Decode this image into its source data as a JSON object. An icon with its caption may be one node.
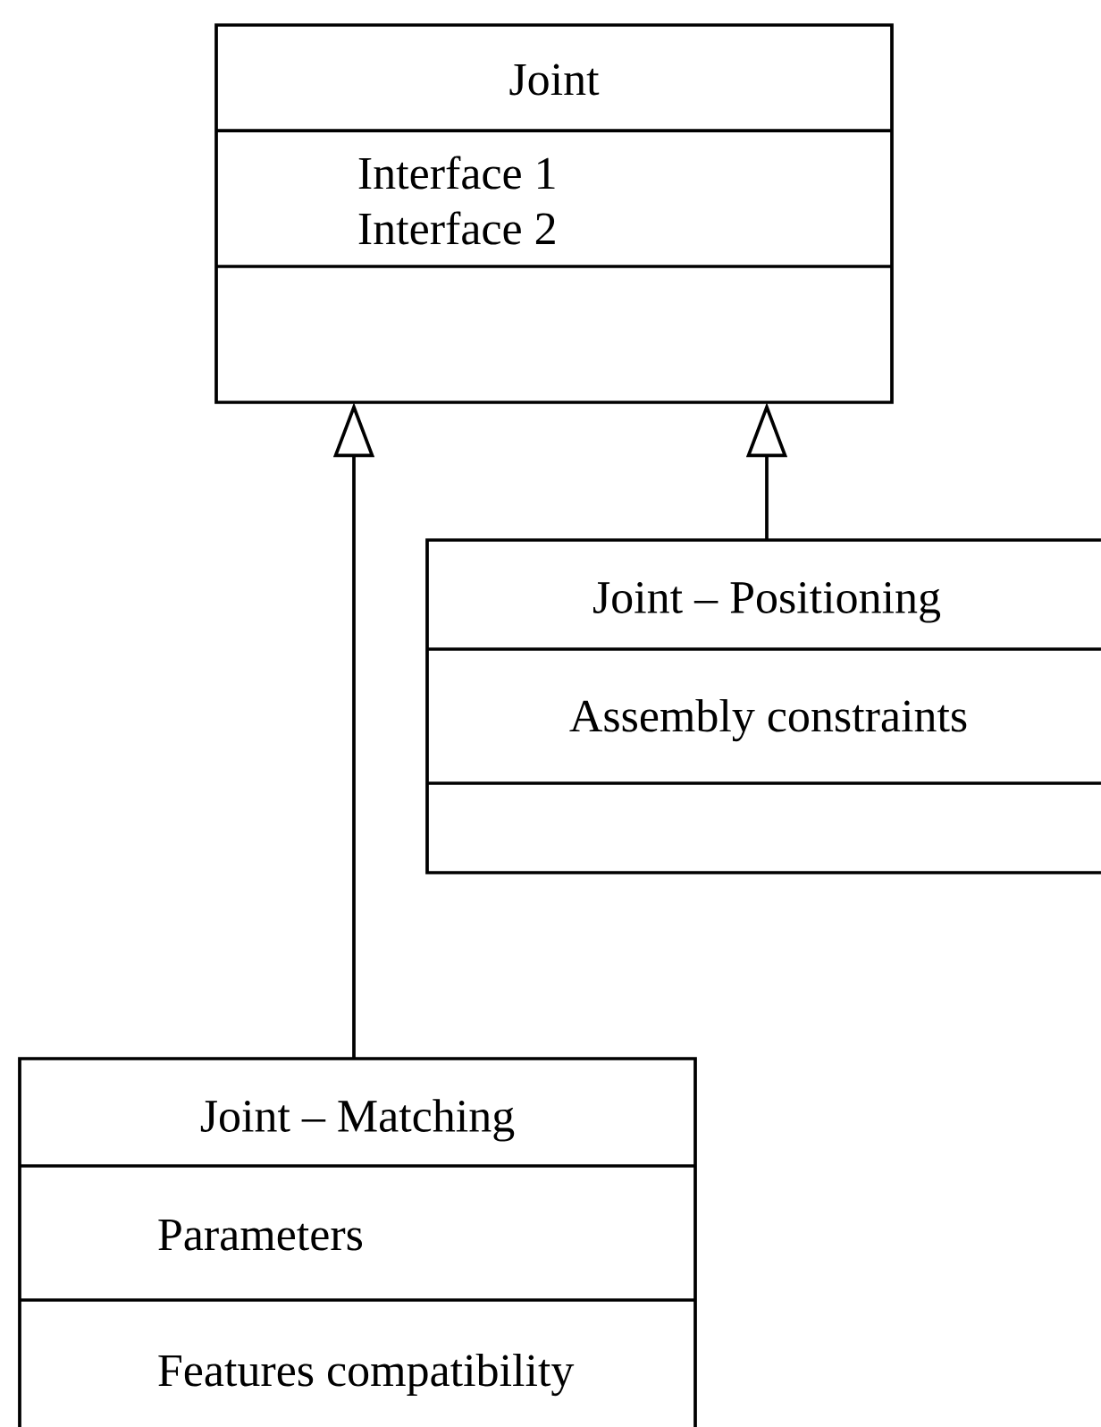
{
  "diagram": {
    "nodes": [
      {
        "text": [
          "Joint",
          "Interface 1",
          "Interface 2"
        ]
      },
      {
        "text": [
          "Joint – Positioning",
          "Assembly constraints"
        ]
      },
      {
        "text": [
          "Joint – Matching",
          "Parameters",
          "Features compatibility"
        ]
      }
    ],
    "edges": [
      {
        "from": 2,
        "to": 0,
        "arrow": "to"
      },
      {
        "from": 1,
        "to": 0,
        "arrow": "to"
      }
    ]
  }
}
